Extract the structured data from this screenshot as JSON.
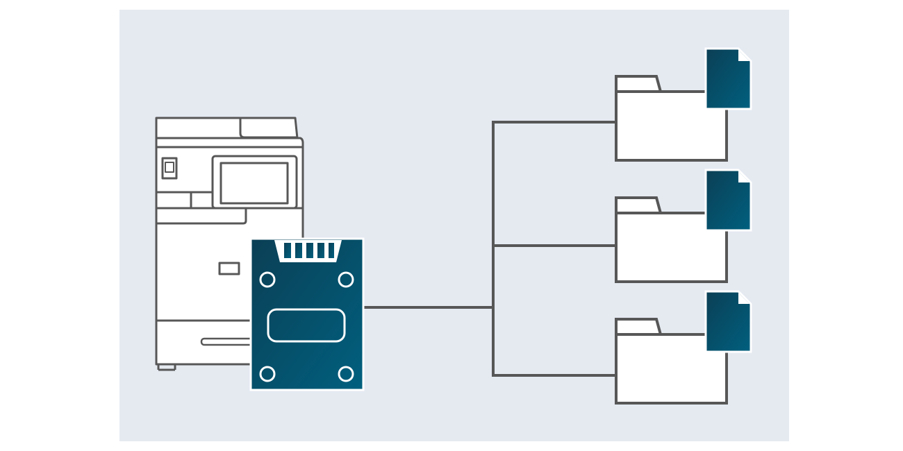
{
  "diagram": {
    "background_panel_color": "#e5eaf1",
    "line_color": "#575757",
    "accent_gradient": [
      "#0b3f55",
      "#00607f"
    ],
    "nodes": [
      {
        "name": "multifunction-printer",
        "icon": "printer-icon"
      },
      {
        "name": "circuit-board",
        "icon": "circuit-board-icon"
      },
      {
        "name": "folder-1",
        "icon": "folder-icon",
        "attachment": "document-icon"
      },
      {
        "name": "folder-2",
        "icon": "folder-icon",
        "attachment": "document-icon"
      },
      {
        "name": "folder-3",
        "icon": "folder-icon",
        "attachment": "document-icon"
      }
    ],
    "connections": [
      {
        "from": "circuit-board",
        "to": "folder-1"
      },
      {
        "from": "circuit-board",
        "to": "folder-2"
      },
      {
        "from": "circuit-board",
        "to": "folder-3"
      }
    ]
  }
}
